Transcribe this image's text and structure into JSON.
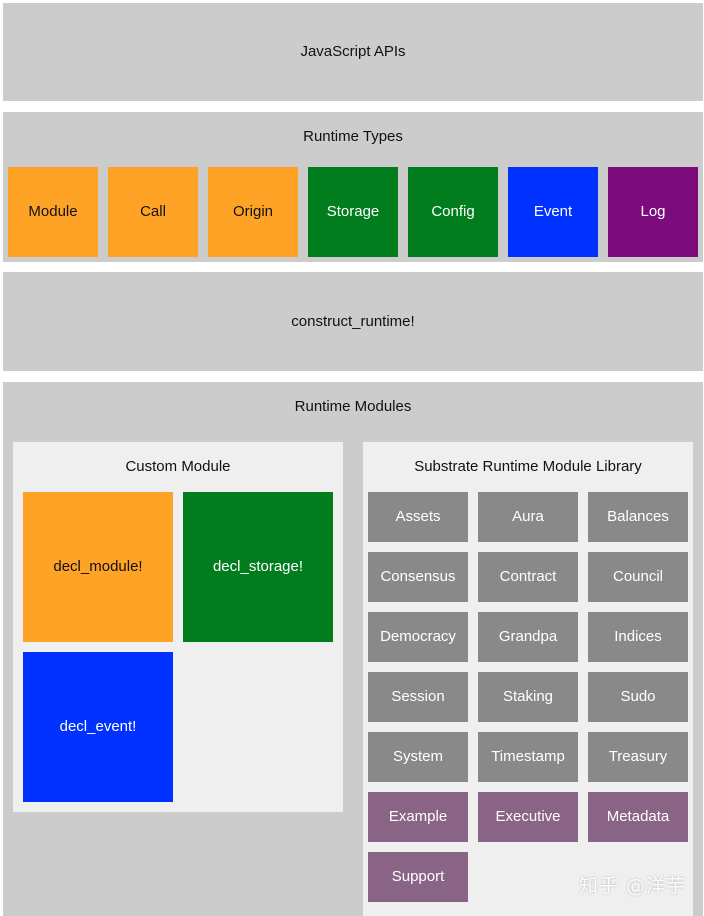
{
  "javascript_apis": {
    "label": "JavaScript APIs"
  },
  "runtime_types": {
    "title": "Runtime Types",
    "items": [
      {
        "label": "Module",
        "color": "#ffa326"
      },
      {
        "label": "Call",
        "color": "#ffa326"
      },
      {
        "label": "Origin",
        "color": "#ffa326"
      },
      {
        "label": "Storage",
        "color": "#017d1d"
      },
      {
        "label": "Config",
        "color": "#017d1d"
      },
      {
        "label": "Event",
        "color": "#0031fe"
      },
      {
        "label": "Log",
        "color": "#7c0b7c"
      }
    ]
  },
  "construct_runtime": {
    "label": "construct_runtime!"
  },
  "runtime_modules": {
    "title": "Runtime Modules",
    "custom_module": {
      "title": "Custom Module",
      "items": [
        {
          "label": "decl_module!",
          "color": "#ffa326"
        },
        {
          "label": "decl_storage!",
          "color": "#017d1d"
        },
        {
          "label": "decl_event!",
          "color": "#0031fe"
        }
      ]
    },
    "srml": {
      "title": "Substrate Runtime Module Library",
      "items": [
        {
          "label": "Assets",
          "color": "#898989"
        },
        {
          "label": "Aura",
          "color": "#898989"
        },
        {
          "label": "Balances",
          "color": "#898989"
        },
        {
          "label": "Consensus",
          "color": "#898989"
        },
        {
          "label": "Contract",
          "color": "#898989"
        },
        {
          "label": "Council",
          "color": "#898989"
        },
        {
          "label": "Democracy",
          "color": "#898989"
        },
        {
          "label": "Grandpa",
          "color": "#898989"
        },
        {
          "label": "Indices",
          "color": "#898989"
        },
        {
          "label": "Session",
          "color": "#898989"
        },
        {
          "label": "Staking",
          "color": "#898989"
        },
        {
          "label": "Sudo",
          "color": "#898989"
        },
        {
          "label": "System",
          "color": "#898989"
        },
        {
          "label": "Timestamp",
          "color": "#898989"
        },
        {
          "label": "Treasury",
          "color": "#898989"
        },
        {
          "label": "Example",
          "color": "#896486"
        },
        {
          "label": "Executive",
          "color": "#896486"
        },
        {
          "label": "Metadata",
          "color": "#896486"
        },
        {
          "label": "Support",
          "color": "#896486"
        }
      ]
    }
  },
  "watermark": {
    "text": "知乎 @洋芋"
  }
}
